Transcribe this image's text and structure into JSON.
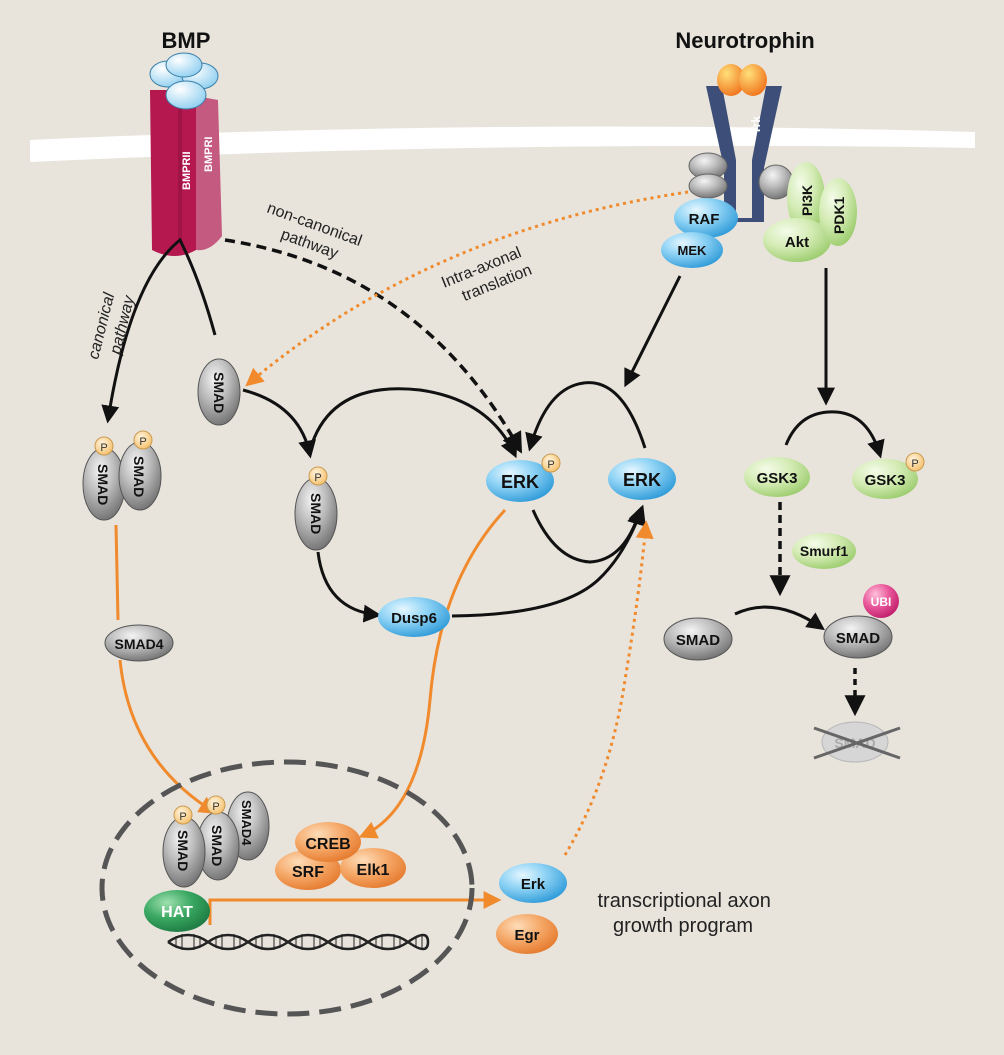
{
  "titles": {
    "bmp": "BMP",
    "neurotrophin": "Neurotrophin"
  },
  "receptors": {
    "bmpr2": "BMPRII",
    "bmpr1": "BMPRI",
    "trk": "Trk"
  },
  "pathway_labels": {
    "canonical_1": "canonical",
    "canonical_2": "pathway",
    "noncanonical_1": "non-canonical",
    "noncanonical_2": "pathway",
    "intra_1": "Intra-axonal",
    "intra_2": "translation"
  },
  "nodes": {
    "raf": "RAF",
    "mek": "MEK",
    "pi3k": "PI3K",
    "pdk1": "PDK1",
    "akt": "Akt",
    "smad": "SMAD",
    "smad4": "SMAD4",
    "erk": "ERK",
    "erk_lower": "Erk",
    "egr": "Egr",
    "dusp6": "Dusp6",
    "gsk3": "GSK3",
    "smurf1": "Smurf1",
    "ubi": "UBI",
    "creb": "CREB",
    "srf": "SRF",
    "elk1": "Elk1",
    "hat": "HAT",
    "phospho": "P"
  },
  "output_label": {
    "line1": "transcriptional axon",
    "line2": "growth program"
  },
  "colors": {
    "background": "#e8e4dc",
    "bmp_receptor": "#b5184f",
    "trk_receptor": "#3d4f78",
    "erk_blue": "#6cc4ee",
    "akt_green": "#c8e4a4",
    "smad_grey": "#9a9a9a",
    "orange": "#f08a2c",
    "hat_green": "#2f9a55",
    "ubi_pink": "#e0408a",
    "phospho_yellow": "#fad28e"
  }
}
